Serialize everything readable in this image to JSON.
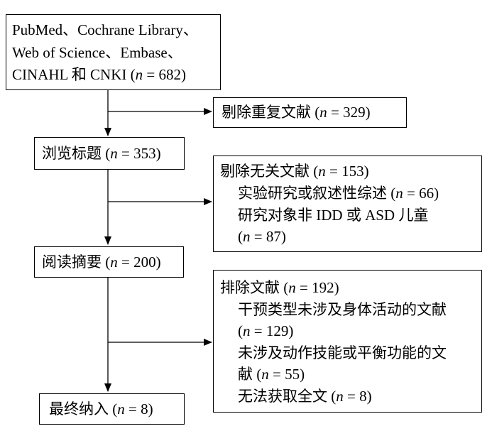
{
  "nodes": {
    "sources": {
      "lines": [
        "PubMed、Cochrane Library、",
        "Web of  Science、Embase、"
      ],
      "last_prefix": "CINAHL 和 CNKI (",
      "n_label": "n",
      "count": " = 682)"
    },
    "dedup": {
      "prefix": "剔除重复文献 (",
      "n_label": "n",
      "count": " = 329)"
    },
    "titles": {
      "prefix": "浏览标题 (",
      "n_label": "n",
      "count": " = 353)"
    },
    "irrelevant": {
      "head_prefix": "剔除无关文献 (",
      "n_label": "n",
      "head_count": " = 153)",
      "reason1_prefix": "实验研究或叙述性综述 (",
      "reason1_count": " = 66)",
      "reason2_text": "研究对象非 IDD 或 ASD 儿童",
      "reason2_prefix": "(",
      "reason2_count": " = 87)"
    },
    "abstracts": {
      "prefix": "阅读摘要 (",
      "n_label": "n",
      "count": " = 200)"
    },
    "excluded": {
      "head_prefix": "排除文献 (",
      "n_label": "n",
      "head_count": " = 192)",
      "reason1_text": "干预类型未涉及身体活动的文献",
      "reason1_prefix": "(",
      "reason1_count": " = 129)",
      "reason2_text": "未涉及动作技能或平衡功能的文",
      "reason2_prefix": "献 (",
      "reason2_count": " = 55)",
      "reason3_prefix": "无法获取全文 (",
      "reason3_count": " = 8)"
    },
    "final": {
      "prefix": "最终纳入 (",
      "n_label": "n",
      "count": " = 8)"
    }
  }
}
